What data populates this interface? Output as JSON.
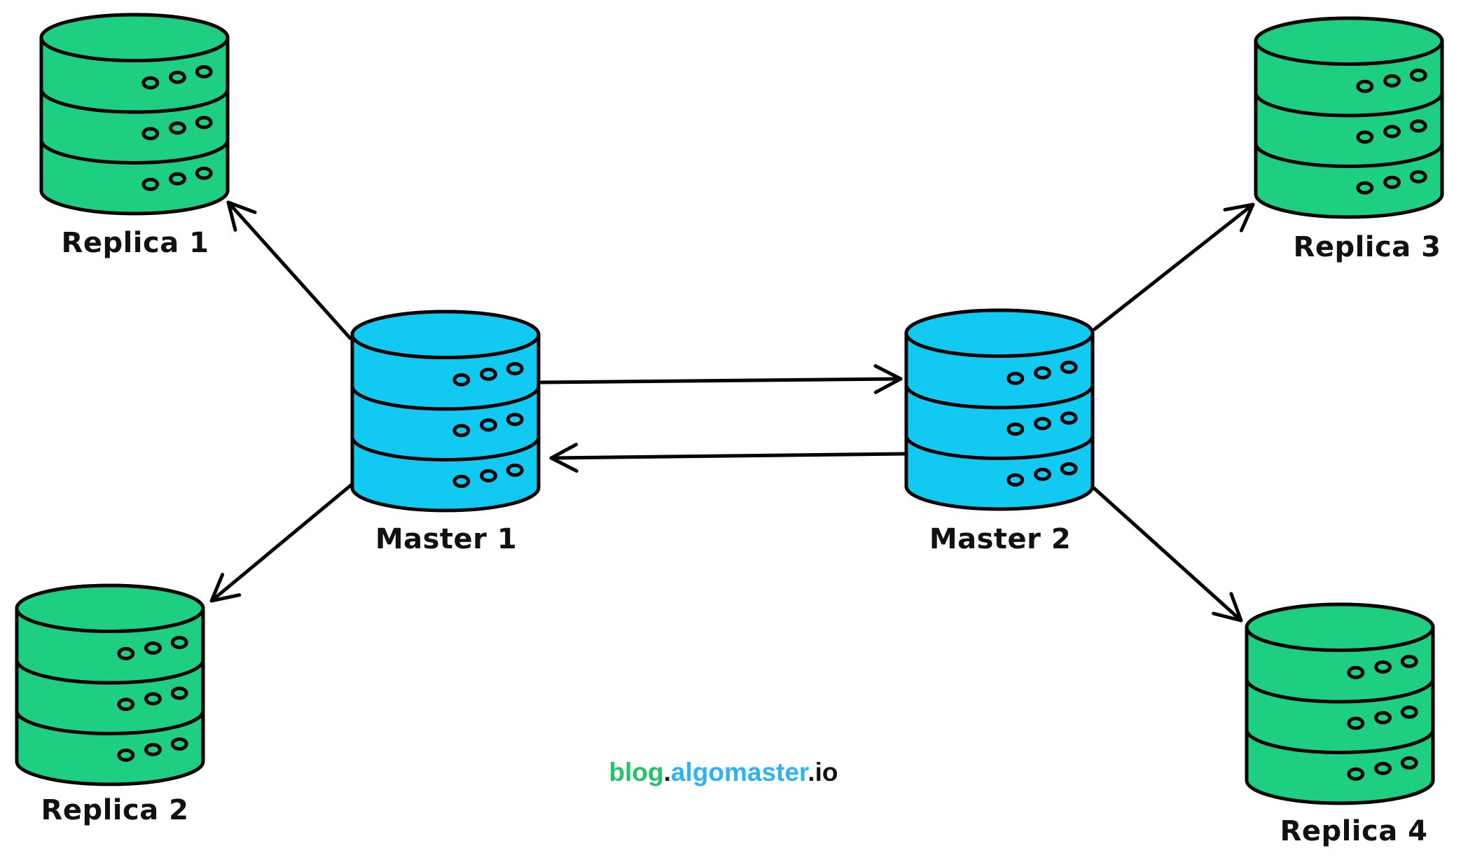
{
  "colors": {
    "db-green": "#1ECE81",
    "db-cyan": "#12C9F2",
    "stroke": "#000000",
    "text": "#111111",
    "footer-green": "#25C269",
    "footer-blue": "#2EB3F0"
  },
  "nodes": {
    "replica1": {
      "label": "Replica 1",
      "role": "replica",
      "color": "#1ECE81"
    },
    "replica2": {
      "label": "Replica 2",
      "role": "replica",
      "color": "#1ECE81"
    },
    "replica3": {
      "label": "Replica 3",
      "role": "replica",
      "color": "#1ECE81"
    },
    "replica4": {
      "label": "Replica 4",
      "role": "replica",
      "color": "#1ECE81"
    },
    "master1": {
      "label": "Master 1",
      "role": "master",
      "color": "#12C9F2"
    },
    "master2": {
      "label": "Master 2",
      "role": "master",
      "color": "#12C9F2"
    }
  },
  "edges": [
    {
      "from": "Master 1",
      "to": "Replica 1",
      "direction": "one-way"
    },
    {
      "from": "Master 1",
      "to": "Replica 2",
      "direction": "one-way"
    },
    {
      "from": "Master 1",
      "to": "Master 2",
      "direction": "one-way"
    },
    {
      "from": "Master 2",
      "to": "Master 1",
      "direction": "one-way"
    },
    {
      "from": "Master 2",
      "to": "Replica 3",
      "direction": "one-way"
    },
    {
      "from": "Master 2",
      "to": "Replica 4",
      "direction": "one-way"
    }
  ],
  "footer": {
    "blog": "blog",
    "dot1": ".",
    "site": "algomaster",
    "dot2": ".",
    "tld": "io"
  }
}
